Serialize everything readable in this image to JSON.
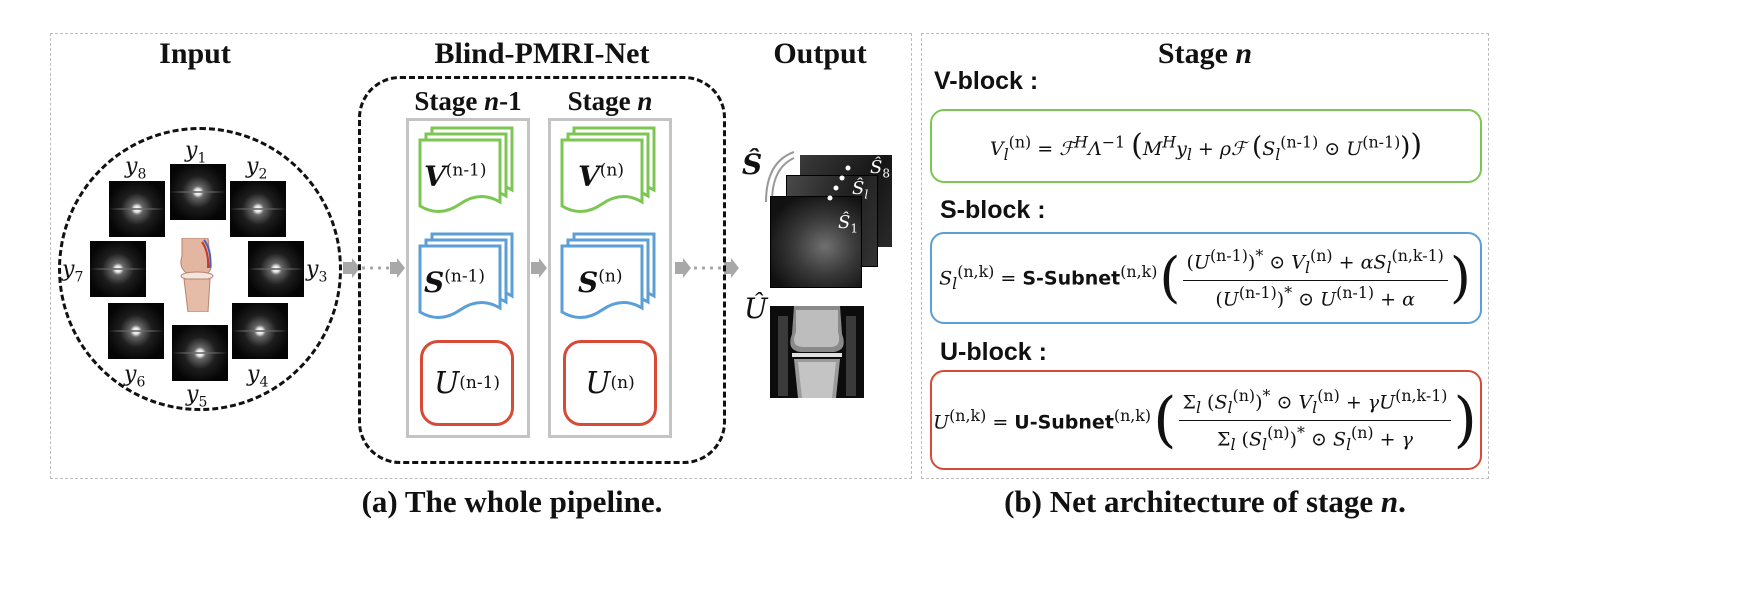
{
  "panel_a": {
    "heading_input": "Input",
    "heading_net": "Blind-PMRI-Net",
    "heading_output": "Output",
    "caption": "(a) The whole pipeline.",
    "coil_labels": [
      "y1",
      "y2",
      "y3",
      "y4",
      "y5",
      "y6",
      "y7",
      "y8"
    ],
    "stage_prev_label": "Stage n-1",
    "stage_cur_label": "Stage n",
    "prev_V": "V(n-1)",
    "prev_S": "S(n-1)",
    "prev_U": "U(n-1)",
    "cur_V": "V(n)",
    "cur_S": "S(n)",
    "cur_U": "U(n)",
    "out_S": "Ŝ",
    "out_U": "Û",
    "out_s_labels": [
      "Ŝ8",
      "Ŝl",
      "Ŝ1"
    ]
  },
  "panel_b": {
    "heading": "Stage n",
    "caption": "(b) Net architecture of stage n.",
    "v_label": "V-block :",
    "s_label": "S-block :",
    "u_label": "U-block :",
    "v_formula": "V_l^(n) = F^H Λ^-1 ( M^H y_l + ρF ( S_l^(n-1) ⊙ U^(n-1) ) )",
    "s_formula": "S_l^(n,k) = S-Subnet^(n,k) ( ((U^(n-1))* ⊙ V_l^(n) + αS_l^(n,k-1)) / ((U^(n-1))* ⊙ U^(n-1) + α) )",
    "u_formula": "U^(n,k) = U-Subnet^(n,k) ( (Σ_l (S_l^(n))* ⊙ V_l^(n) + γU^(n,k-1)) / (Σ_l (S_l^(n))* ⊙ S_l^(n) + γ) )"
  },
  "colors": {
    "v_green": "#7cc653",
    "s_blue": "#5b9fd6",
    "u_red": "#d64a36",
    "stage_gray": "#c4c4c4",
    "arrow_gray": "#a8a8a8"
  }
}
